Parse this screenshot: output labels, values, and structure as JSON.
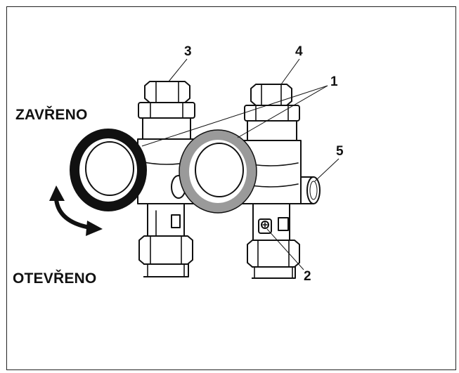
{
  "labels": {
    "closed": "ZAVŘENO",
    "open": "OTEVŘENO"
  },
  "callouts": [
    "1",
    "2",
    "3",
    "4",
    "5"
  ],
  "colors": {
    "line": "#111111",
    "ring_closed": "#111111",
    "ring_other": "#9a9a9a"
  }
}
